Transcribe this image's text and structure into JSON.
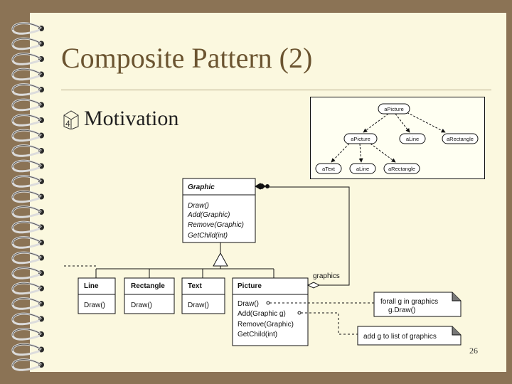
{
  "slide": {
    "title": "Composite Pattern (2)",
    "bullet": "Motivation",
    "page_number": "26"
  },
  "object_diagram": {
    "nodes": [
      "aPicture",
      "aPicture",
      "aLine",
      "aRectangle",
      "aText",
      "aLine",
      "aRectangle"
    ]
  },
  "class_diagram": {
    "graphic": {
      "name": "Graphic",
      "methods": [
        "Draw()",
        "Add(Graphic)",
        "Remove(Graphic)",
        "GetChild(int)"
      ]
    },
    "line": {
      "name": "Line",
      "method": "Draw()"
    },
    "rectangle": {
      "name": "Rectangle",
      "method": "Draw()"
    },
    "text": {
      "name": "Text",
      "method": "Draw()"
    },
    "picture": {
      "name": "Picture",
      "methods": [
        "Draw()",
        "Add(Graphic g)",
        "Remove(Graphic)",
        "GetChild(int)"
      ]
    },
    "aggregation_label": "graphics",
    "note_draw": [
      "forall g in graphics",
      "g.Draw()"
    ],
    "note_add": "add g to list of graphics"
  }
}
